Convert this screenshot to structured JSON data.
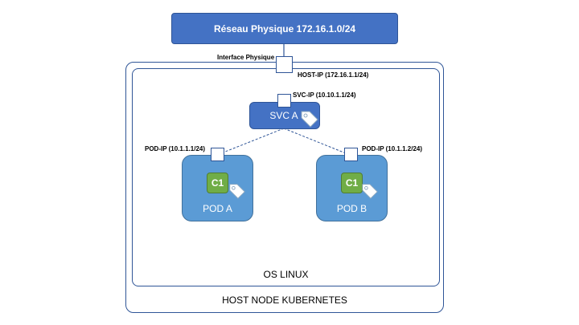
{
  "physical_network": {
    "label": "Réseau Physique 172.16.1.0/24"
  },
  "interface": {
    "label": "Interface Physique"
  },
  "host_ip": {
    "label": "HOST-IP (172.16.1.1/24)"
  },
  "svc": {
    "label": "SVC A",
    "ip_label": "SVC-IP (10.10.1.1/24)"
  },
  "pod_a": {
    "label": "POD A",
    "ip_label": "POD-IP (10.1.1.1/24)",
    "container": "C1"
  },
  "pod_b": {
    "label": "POD B",
    "ip_label": "POD-IP (10.1.1.2/24)",
    "container": "C1"
  },
  "os": {
    "label": "OS LINUX"
  },
  "host_node": {
    "label": "HOST NODE KUBERNETES"
  },
  "colors": {
    "network_box": "#4472c4",
    "pod": "#5b9bd5",
    "container": "#70ad47",
    "outline": "#2f5597"
  }
}
